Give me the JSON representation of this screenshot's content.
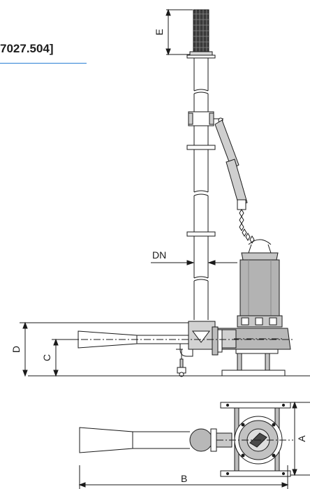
{
  "code_label": "7027.504]",
  "dimensions": {
    "a": "A",
    "b": "B",
    "c": "C",
    "d": "D",
    "e": "E",
    "dn": "DN"
  },
  "colors": {
    "line": "#1a1a1a",
    "body": "#b3b3b3",
    "accent": "#2a7fd4"
  }
}
